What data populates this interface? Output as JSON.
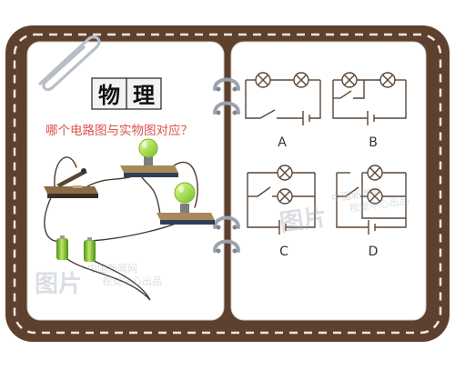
{
  "left_page": {
    "title_chars": [
      "物",
      "理"
    ],
    "question": "哪个电路图与实物图对应？"
  },
  "right_page": {
    "options": [
      "A",
      "B",
      "C",
      "D"
    ]
  },
  "watermarks": [
    {
      "logo": "图片",
      "line1": "中国新闻网",
      "line2": "视觉中心出品"
    },
    {
      "logo": "图片",
      "line1": "中国新闻网",
      "line2": "视觉中心出品"
    }
  ],
  "colors": {
    "frame": "#6b4a37",
    "frame_dark": "#5a3b2a",
    "stitch": "#efe6dc",
    "page": "#ffffff",
    "wire": "#5a4636",
    "question_text": "#d9534f",
    "bulb_glass": "#b6e24a",
    "battery": "#7dbb2a"
  }
}
